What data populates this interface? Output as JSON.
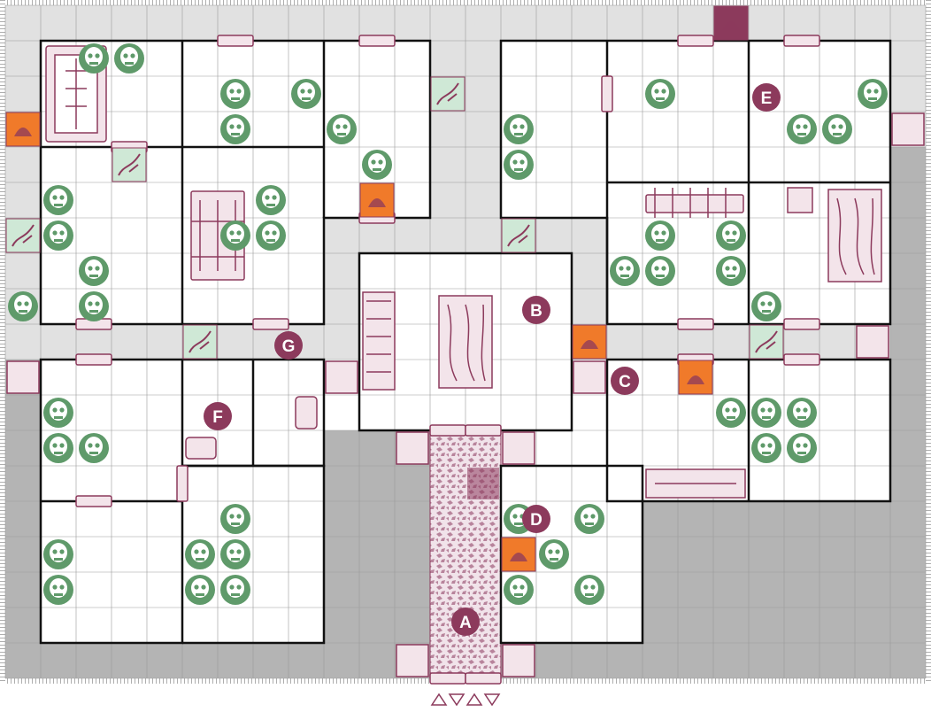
{
  "board": {
    "title": "",
    "cols": 26,
    "rows": 19,
    "colors": {
      "corridor": "#e1e1e1",
      "rock": "#b4b4b4",
      "room": "#ffffff",
      "grid": "#9a9a9a",
      "wall": "#111111",
      "furniture": "#8c3a5c",
      "monster": "#5f9a6a",
      "trap": "#f07a2a",
      "secret": "#cfe8d6",
      "marker": "#8c3a5c",
      "rubble": "#c9a4b5",
      "frame": "#bdbdbd"
    }
  },
  "markers": [
    {
      "id": "A",
      "label": "A",
      "col": 13.0,
      "row": 17.4
    },
    {
      "id": "B",
      "label": "B",
      "col": 15.0,
      "row": 8.6
    },
    {
      "id": "C",
      "label": "C",
      "col": 17.5,
      "row": 10.6
    },
    {
      "id": "D",
      "label": "D",
      "col": 15.0,
      "row": 14.5
    },
    {
      "id": "E",
      "label": "E",
      "col": 21.5,
      "row": 2.6
    },
    {
      "id": "F",
      "label": "F",
      "col": 6.0,
      "row": 11.6
    },
    {
      "id": "G",
      "label": "G",
      "col": 8.0,
      "row": 9.6
    }
  ],
  "monsters": [
    {
      "kind": "orc",
      "col": 2.5,
      "row": 1.5
    },
    {
      "kind": "goblin",
      "col": 3.5,
      "row": 1.5
    },
    {
      "kind": "goblin",
      "col": 6.5,
      "row": 2.5
    },
    {
      "kind": "fimir",
      "col": 6.5,
      "row": 3.5
    },
    {
      "kind": "skeleton",
      "col": 8.5,
      "row": 2.5
    },
    {
      "kind": "skeleton",
      "col": 9.5,
      "row": 3.5
    },
    {
      "kind": "zombie",
      "col": 10.5,
      "row": 4.5
    },
    {
      "kind": "zombie",
      "col": 1.5,
      "row": 5.5
    },
    {
      "kind": "goblin",
      "col": 1.5,
      "row": 6.5
    },
    {
      "kind": "fimir",
      "col": 2.5,
      "row": 7.5
    },
    {
      "kind": "skeleton",
      "col": 0.5,
      "row": 8.5
    },
    {
      "kind": "skeleton",
      "col": 2.5,
      "row": 8.5
    },
    {
      "kind": "skeleton",
      "col": 7.5,
      "row": 5.5
    },
    {
      "kind": "fimir",
      "col": 6.5,
      "row": 6.5
    },
    {
      "kind": "fimir",
      "col": 7.5,
      "row": 6.5
    },
    {
      "kind": "fimir",
      "col": 14.5,
      "row": 3.5
    },
    {
      "kind": "fimir",
      "col": 14.5,
      "row": 4.5
    },
    {
      "kind": "fimir",
      "col": 18.5,
      "row": 2.5
    },
    {
      "kind": "skeleton",
      "col": 22.5,
      "row": 3.5
    },
    {
      "kind": "skeleton",
      "col": 23.5,
      "row": 3.5
    },
    {
      "kind": "skeleton",
      "col": 24.5,
      "row": 2.5
    },
    {
      "kind": "orc",
      "col": 18.5,
      "row": 6.5
    },
    {
      "kind": "skeleton",
      "col": 17.5,
      "row": 7.5
    },
    {
      "kind": "skeleton",
      "col": 18.5,
      "row": 7.5
    },
    {
      "kind": "skeleton",
      "col": 20.5,
      "row": 6.5
    },
    {
      "kind": "zombie",
      "col": 20.5,
      "row": 7.5
    },
    {
      "kind": "orc",
      "col": 21.5,
      "row": 8.5
    },
    {
      "kind": "orc",
      "col": 1.5,
      "row": 11.5
    },
    {
      "kind": "skeleton",
      "col": 1.5,
      "row": 12.5
    },
    {
      "kind": "fimir",
      "col": 2.5,
      "row": 12.5
    },
    {
      "kind": "skeleton",
      "col": 1.5,
      "row": 15.5
    },
    {
      "kind": "skeleton",
      "col": 1.5,
      "row": 16.5
    },
    {
      "kind": "goblin",
      "col": 6.5,
      "row": 14.5
    },
    {
      "kind": "fimir",
      "col": 5.5,
      "row": 15.5
    },
    {
      "kind": "skeleton",
      "col": 6.5,
      "row": 15.5
    },
    {
      "kind": "orc",
      "col": 5.5,
      "row": 16.5
    },
    {
      "kind": "skeleton",
      "col": 6.5,
      "row": 16.5
    },
    {
      "kind": "skeleton",
      "col": 14.5,
      "row": 14.5
    },
    {
      "kind": "goblin",
      "col": 16.5,
      "row": 14.5
    },
    {
      "kind": "skeleton",
      "col": 15.5,
      "row": 15.5
    },
    {
      "kind": "fimir",
      "col": 14.5,
      "row": 16.5
    },
    {
      "kind": "skeleton",
      "col": 16.5,
      "row": 16.5
    },
    {
      "kind": "orc",
      "col": 20.5,
      "row": 11.5
    },
    {
      "kind": "fimir",
      "col": 21.5,
      "row": 11.5
    },
    {
      "kind": "skeleton",
      "col": 22.5,
      "row": 11.5
    },
    {
      "kind": "skeleton",
      "col": 21.5,
      "row": 12.5
    },
    {
      "kind": "fimir",
      "col": 22.5,
      "row": 12.5
    }
  ],
  "traps": [
    {
      "kind": "pit",
      "col": 0,
      "row": 3
    },
    {
      "kind": "pit",
      "col": 10,
      "row": 5
    },
    {
      "kind": "pit",
      "col": 16,
      "row": 9
    },
    {
      "kind": "spear",
      "col": 19,
      "row": 10
    },
    {
      "kind": "block",
      "col": 14,
      "row": 15
    },
    {
      "kind": "chest",
      "col": 20,
      "row": 0
    }
  ],
  "secret_doors": [
    {
      "col": 3,
      "row": 4
    },
    {
      "col": 12,
      "row": 2
    },
    {
      "col": 0,
      "row": 6
    },
    {
      "col": 14,
      "row": 6
    },
    {
      "col": 5,
      "row": 9
    },
    {
      "col": 21,
      "row": 9
    }
  ],
  "footer": {
    "entry_arrows": 4
  }
}
